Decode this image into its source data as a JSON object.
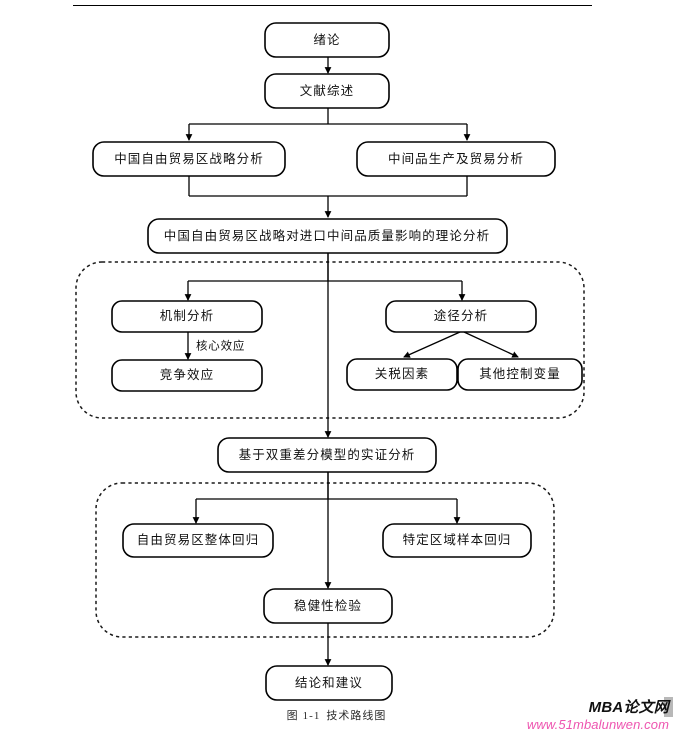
{
  "page": {
    "title": "技术路线图",
    "caption_prefix": "图",
    "caption_number": "1-1",
    "caption_text": "技术路线图",
    "rule": "top-horizontal-rule"
  },
  "watermark": {
    "brand": "MBA论文网",
    "url": "www.51mbalunwen.com",
    "brand_color": "#111111",
    "url_color": "#ee55b0"
  },
  "chart_data": {
    "type": "diagram",
    "subtype": "flowchart",
    "title": "技术路线图",
    "orientation": "top-to-bottom",
    "nodes": [
      {
        "id": "n1",
        "label": "绪论"
      },
      {
        "id": "n2",
        "label": "文献综述"
      },
      {
        "id": "n3",
        "label": "中国自由贸易区战略分析"
      },
      {
        "id": "n4",
        "label": "中间品生产及贸易分析"
      },
      {
        "id": "n5",
        "label": "中国自由贸易区战略对进口中间品质量影响的理论分析"
      },
      {
        "id": "n6",
        "label": "机制分析"
      },
      {
        "id": "n7",
        "label": "竞争效应"
      },
      {
        "id": "n8",
        "label": "途径分析"
      },
      {
        "id": "n9",
        "label": "关税因素"
      },
      {
        "id": "n10",
        "label": "其他控制变量"
      },
      {
        "id": "n11",
        "label": "基于双重差分模型的实证分析"
      },
      {
        "id": "n12",
        "label": "自由贸易区整体回归"
      },
      {
        "id": "n13",
        "label": "特定区域样本回归"
      },
      {
        "id": "n14",
        "label": "稳健性检验"
      },
      {
        "id": "n15",
        "label": "结论和建议"
      }
    ],
    "edges": [
      {
        "from": "n1",
        "to": "n2",
        "label": ""
      },
      {
        "from": "n2",
        "to": "n3",
        "label": ""
      },
      {
        "from": "n2",
        "to": "n4",
        "label": ""
      },
      {
        "from": "n3",
        "to": "n5",
        "label": ""
      },
      {
        "from": "n4",
        "to": "n5",
        "label": ""
      },
      {
        "from": "n5",
        "to": "n6",
        "label": ""
      },
      {
        "from": "n5",
        "to": "n8",
        "label": ""
      },
      {
        "from": "n6",
        "to": "n7",
        "label": "核心效应"
      },
      {
        "from": "n8",
        "to": "n9",
        "label": ""
      },
      {
        "from": "n8",
        "to": "n10",
        "label": ""
      },
      {
        "from": "n5",
        "to": "n11",
        "label": ""
      },
      {
        "from": "n11",
        "to": "n12",
        "label": ""
      },
      {
        "from": "n11",
        "to": "n13",
        "label": ""
      },
      {
        "from": "n11",
        "to": "n14",
        "label": ""
      },
      {
        "from": "n14",
        "to": "n15",
        "label": ""
      }
    ],
    "edge_labels": [
      "核心效应"
    ],
    "groups": [
      {
        "id": "g1",
        "style": "dashed-rounded",
        "members": [
          "n6",
          "n7",
          "n8",
          "n9",
          "n10"
        ]
      },
      {
        "id": "g2",
        "style": "dashed-rounded",
        "members": [
          "n12",
          "n13",
          "n14"
        ]
      }
    ]
  }
}
